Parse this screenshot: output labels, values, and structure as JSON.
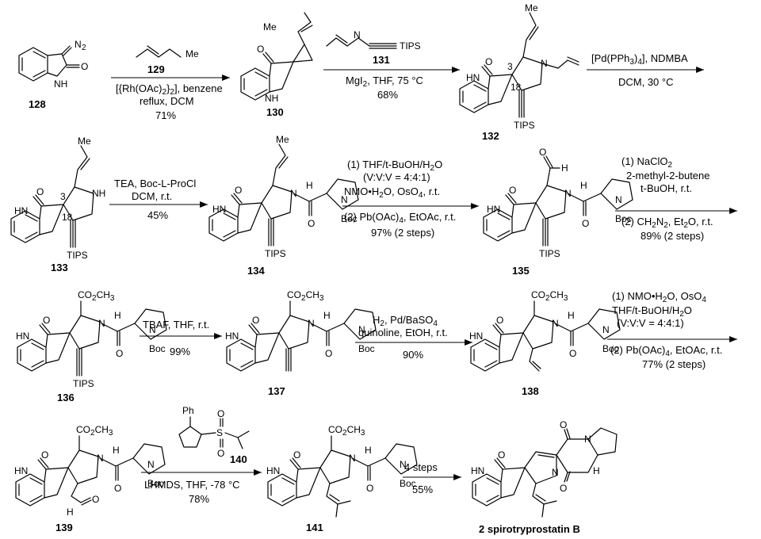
{
  "compounds": {
    "c128": "128",
    "c129": "129",
    "c130": "130",
    "c131": "131",
    "c132": "132",
    "c133": "133",
    "c134": "134",
    "c135": "135",
    "c136": "136",
    "c137": "137",
    "c138": "138",
    "c139": "139",
    "c140": "140",
    "c141": "141",
    "c2": "2 spirotryprostatin B"
  },
  "atoms": {
    "n2": "N",
    "sub2": "2",
    "o": "O",
    "nh": "NH",
    "hn": "HN",
    "h": "H",
    "n": "N",
    "me": "Me",
    "tips": "TIPS",
    "boc": "Boc",
    "ph": "Ph",
    "s": "S",
    "co2ch3": "CO",
    "co2ch3_sub": "2",
    "co2ch3_tail": "CH",
    "co2ch3_sub2": "3",
    "loc3": "3",
    "loc18": "18"
  },
  "reactions": {
    "r1_top": "[{Rh(OAc)",
    "r1_top_sub": "2",
    "r1_top_tail": "}",
    "r1_top_sub2": "2",
    "r1_top_end": "], benzene",
    "r1_mid": "reflux, DCM",
    "r1_yield": "71%",
    "r2_top": "MgI",
    "r2_top_sub": "2",
    "r2_top_end": ", THF, 75 °C",
    "r2_yield": "68%",
    "r3_top": "[Pd(PPh",
    "r3_top_sub": "3",
    "r3_top_mid": ")",
    "r3_top_sub2": "4",
    "r3_top_end": "], NDMBA",
    "r3_bottom": "DCM, 30 °C",
    "r4_top": "TEA, Boc-L-ProCl",
    "r4_mid": "DCM, r.t.",
    "r4_yield": "45%",
    "r5_l1": "(1) THF/t-BuOH/H",
    "r5_l1_sub": "2",
    "r5_l1_end": "O",
    "r5_l2": "(V:V:V = 4:4:1)",
    "r5_l3": "NMO•H",
    "r5_l3_sub": "2",
    "r5_l3_mid": "O, OsO",
    "r5_l3_sub2": "4",
    "r5_l3_end": ", r.t.",
    "r5_l4": "(2) Pb(OAc)",
    "r5_l4_sub": "4",
    "r5_l4_end": ", EtOAc, r.t.",
    "r5_l5": "97% (2 steps)",
    "r6_l1": "(1) NaClO",
    "r6_l1_sub": "2",
    "r6_l2": "2-methyl-2-butene",
    "r6_l3": "t-BuOH, r.t.",
    "r6_l4": "(2) CH",
    "r6_l4_sub": "2",
    "r6_l4_mid": "N",
    "r6_l4_sub2": "2",
    "r6_l4_end": ", Et",
    "r6_l4_sub3": "2",
    "r6_l4_end2": "O, r.t.",
    "r6_l5": "89% (2 steps)",
    "r7_top": "TBAF, THF, r.t.",
    "r7_yield": "99%",
    "r8_l1": "H",
    "r8_l1_sub": "2",
    "r8_l1_end": ", Pd/BaSO",
    "r8_l1_sub2": "4",
    "r8_l2": "quinoline, EtOH, r.t.",
    "r8_yield": "90%",
    "r9_l1": "(1) NMO•H",
    "r9_l1_sub": "2",
    "r9_l1_mid": "O, OsO",
    "r9_l1_sub2": "4",
    "r9_l2": "THF/t-BuOH/H",
    "r9_l2_sub": "2",
    "r9_l2_end": "O",
    "r9_l3": "(V:V:V = 4:4:1)",
    "r9_l4": "(2) Pb(OAc)",
    "r9_l4_sub": "4",
    "r9_l4_end": ", EtOAc, r.t.",
    "r9_l5": "77% (2 steps)",
    "r10_bottom": "LHMDS, THF, -78 °C",
    "r10_yield": "78%",
    "r11_top": "4 steps",
    "r11_yield": "55%"
  }
}
